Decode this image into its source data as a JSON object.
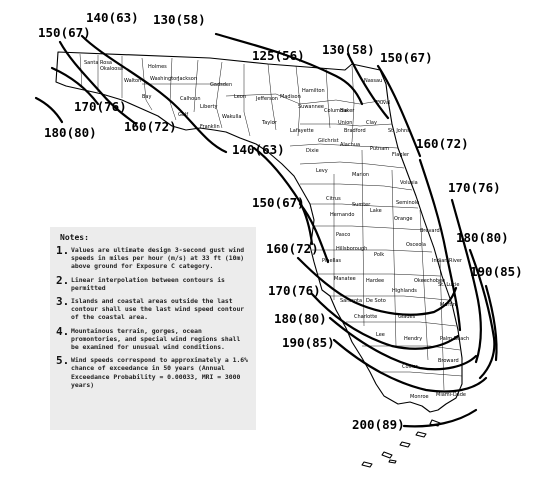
{
  "contours": [
    {
      "label": "140(63)",
      "mph": 140,
      "ms": 63
    },
    {
      "label": "130(58)",
      "mph": 130,
      "ms": 58
    },
    {
      "label": "150(67)",
      "mph": 150,
      "ms": 67
    },
    {
      "label": "125(56)",
      "mph": 125,
      "ms": 56
    },
    {
      "label": "130(58)",
      "mph": 130,
      "ms": 58
    },
    {
      "label": "150(67)",
      "mph": 150,
      "ms": 67
    },
    {
      "label": "170(76)",
      "mph": 170,
      "ms": 76
    },
    {
      "label": "160(72)",
      "mph": 160,
      "ms": 72
    },
    {
      "label": "180(80)",
      "mph": 180,
      "ms": 80
    },
    {
      "label": "140(63)",
      "mph": 140,
      "ms": 63
    },
    {
      "label": "160(72)",
      "mph": 160,
      "ms": 72
    },
    {
      "label": "170(76)",
      "mph": 170,
      "ms": 76
    },
    {
      "label": "150(67)",
      "mph": 150,
      "ms": 67
    },
    {
      "label": "180(80)",
      "mph": 180,
      "ms": 80
    },
    {
      "label": "160(72)",
      "mph": 160,
      "ms": 72
    },
    {
      "label": "190(85)",
      "mph": 190,
      "ms": 85
    },
    {
      "label": "170(76)",
      "mph": 170,
      "ms": 76
    },
    {
      "label": "180(80)",
      "mph": 180,
      "ms": 80
    },
    {
      "label": "190(85)",
      "mph": 190,
      "ms": 85
    },
    {
      "label": "200(89)",
      "mph": 200,
      "ms": 89
    }
  ],
  "counties": [
    "Santa Rosa",
    "Okaloosa",
    "Walton",
    "Holmes",
    "Jackson",
    "Washington",
    "Bay",
    "Calhoun",
    "Gadsden",
    "Leon",
    "Jefferson",
    "Madison",
    "Hamilton",
    "Suwannee",
    "Columbia",
    "Baker",
    "Nassau",
    "Duval",
    "Liberty",
    "Gulf",
    "Franklin",
    "Wakulla",
    "Taylor",
    "Lafayette",
    "Union",
    "Bradford",
    "Clay",
    "St. Johns",
    "Dixie",
    "Gilchrist",
    "Alachua",
    "Putnam",
    "Flagler",
    "Levy",
    "Marion",
    "Volusia",
    "Citrus",
    "Hernando",
    "Sumter",
    "Lake",
    "Seminole",
    "Orange",
    "Pasco",
    "Brevard",
    "Hillsborough",
    "Polk",
    "Osceola",
    "Indian River",
    "Pinellas",
    "Manatee",
    "Hardee",
    "Highlands",
    "Okeechobee",
    "St. Lucie",
    "Martin",
    "Sarasota",
    "De Soto",
    "Charlotte",
    "Glades",
    "Lee",
    "Hendry",
    "Palm Beach",
    "Collier",
    "Broward",
    "Miami-Dade",
    "Monroe"
  ],
  "notes": {
    "title": "Notes:",
    "items": [
      {
        "num": "1.",
        "text": "Values are ultimate design 3-second gust wind speeds in miles per hour (m/s) at 33 ft (10m) above ground for Exposure C category."
      },
      {
        "num": "2.",
        "text": "Linear interpolation between contours is permitted"
      },
      {
        "num": "3.",
        "text": "Islands and coastal areas outside the last contour shall use the last wind speed contour of the coastal area."
      },
      {
        "num": "4.",
        "text": "Mountainous terrain, gorges, ocean promontories, and special wind regions shall be examined for unusual wind conditions."
      },
      {
        "num": "5.",
        "text": "Wind speeds correspond to approximately a 1.6% chance of exceedance in 50 years (Annual Exceedance Probability = 0.00033, MRI = 3000 years)"
      }
    ]
  }
}
